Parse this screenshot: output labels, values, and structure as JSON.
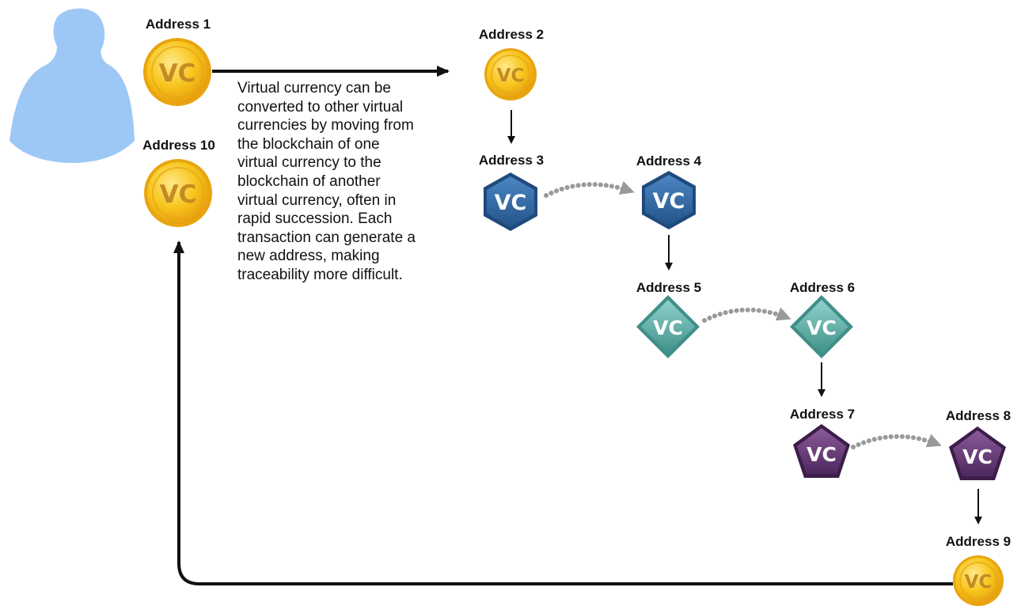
{
  "description": "Virtual currency can be\nconverted to other virtual\ncurrencies by moving from\nthe blockchain of one\nvirtual currency to the\nblockchain of another\nvirtual currency, often in\nrapid succession. Each\ntransaction can generate a\nnew address, making\ntraceability more difficult.",
  "addresses": [
    {
      "label": "Address 1",
      "coin": "gold-round"
    },
    {
      "label": "Address 2",
      "coin": "gold-round"
    },
    {
      "label": "Address 3",
      "coin": "blue-hexagon"
    },
    {
      "label": "Address 4",
      "coin": "blue-hexagon"
    },
    {
      "label": "Address 5",
      "coin": "teal-diamond"
    },
    {
      "label": "Address 6",
      "coin": "teal-diamond"
    },
    {
      "label": "Address 7",
      "coin": "purple-pentagon"
    },
    {
      "label": "Address 8",
      "coin": "purple-pentagon"
    },
    {
      "label": "Address 9",
      "coin": "gold-round"
    },
    {
      "label": "Address 10",
      "coin": "gold-round"
    }
  ],
  "coin_symbol": "VC",
  "colors": {
    "person": "#9dc8f5",
    "gold": "#f5c518",
    "gold_text": "#b8862a",
    "blue": "#2f66a0",
    "teal": "#55a8a0",
    "purple": "#6a3a78",
    "arrow": "#111111",
    "dotted_arrow": "#9a9a9a"
  }
}
